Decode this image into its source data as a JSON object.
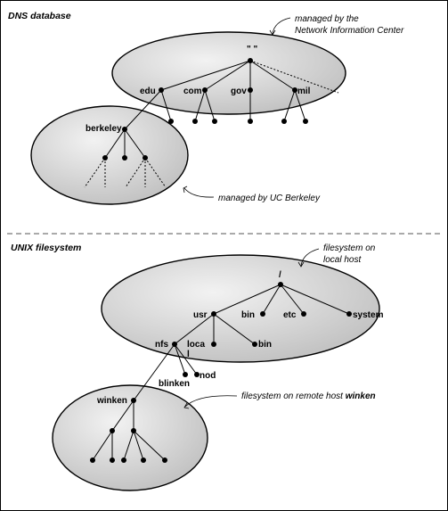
{
  "dns": {
    "heading": "DNS database",
    "note_nic_line1": "managed by the",
    "note_nic_line2": "Network Information Center",
    "note_berkeley": "managed by UC Berkeley",
    "root_label": "\" \"",
    "nodes": {
      "edu": "edu",
      "com": "com",
      "gov": "gov",
      "mil": "mil",
      "berkeley": "berkeley"
    }
  },
  "unix": {
    "heading": "UNIX filesystem",
    "note_local_line1": "filesystem on",
    "note_local_line2": "local host",
    "note_remote_prefix": "filesystem on remote host ",
    "note_remote_host": "winken",
    "nodes": {
      "root": "/",
      "usr": "usr",
      "bin": "bin",
      "etc": "etc",
      "system": "system",
      "nfs": "nfs",
      "local": "loca",
      "local_wrap": "l",
      "usr_bin": "bin",
      "blinken": "blinken",
      "nod": "nod",
      "winken": "winken"
    }
  },
  "colors": {
    "ellipse_fill": "#c8c8c8",
    "ellipse_highlight": "#f0f0f0",
    "line": "#000000"
  }
}
